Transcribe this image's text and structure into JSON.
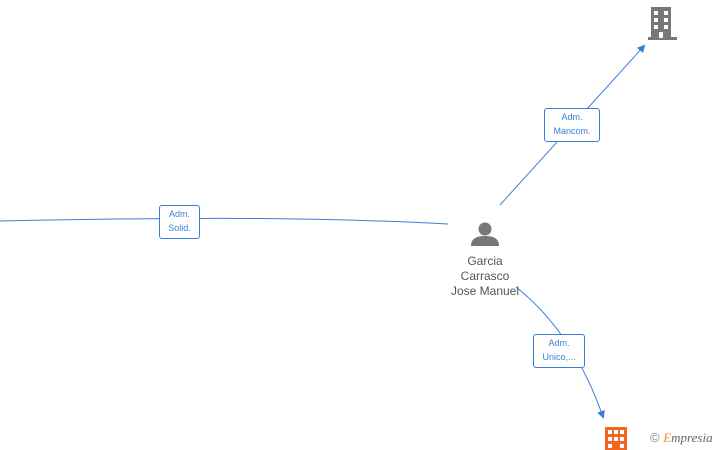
{
  "person": {
    "name_lines": [
      "Garcia",
      "Carrasco",
      "Jose Manuel"
    ],
    "icon": "person-icon"
  },
  "companies": [
    {
      "id": "company-top-right",
      "icon": "building-icon",
      "color": "#777777"
    },
    {
      "id": "company-bottom",
      "icon": "building-icon",
      "color": "#f26522"
    }
  ],
  "edges": [
    {
      "id": "edge-left",
      "label_lines": [
        "Adm.",
        "Solid."
      ]
    },
    {
      "id": "edge-top-right",
      "label_lines": [
        "Adm.",
        "Mancom."
      ]
    },
    {
      "id": "edge-bottom",
      "label_lines": [
        "Adm.",
        "Unico,..."
      ]
    }
  ],
  "watermark": {
    "copyright_symbol": "©",
    "brand_initial": "E",
    "brand_rest": "mpresia"
  },
  "colors": {
    "edge": "#3a7fd5",
    "person_icon": "#777777",
    "building_grey": "#777777",
    "building_orange": "#f26522"
  }
}
